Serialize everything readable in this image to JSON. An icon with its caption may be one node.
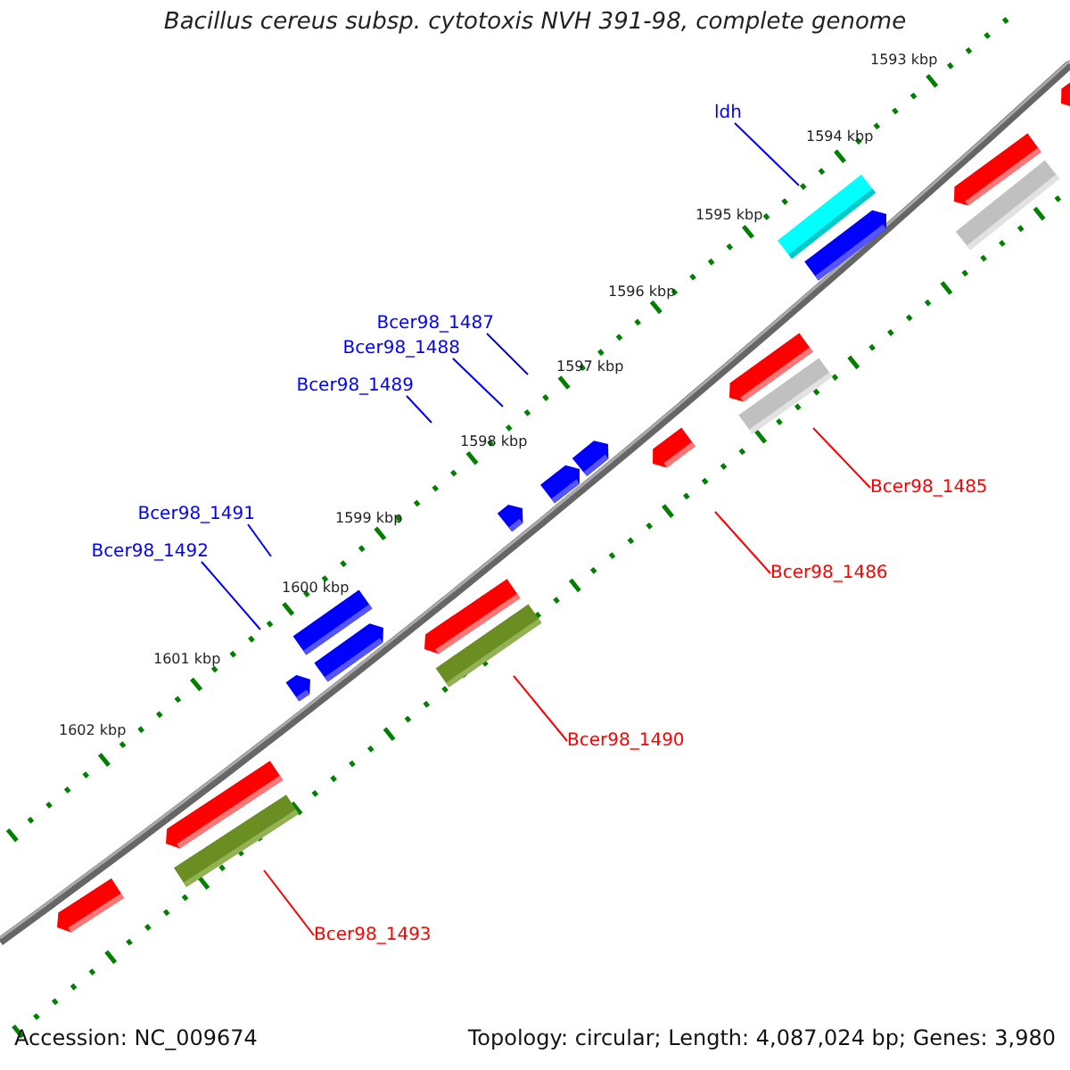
{
  "diagram": {
    "title": "Bacillus cereus subsp. cytotoxis NVH 391-98, complete genome",
    "nodes": [
      {
        "text": [
          "ldh"
        ]
      },
      {
        "text": [
          "Bcer98_1487"
        ]
      },
      {
        "text": [
          "Bcer98_1488"
        ]
      },
      {
        "text": [
          "Bcer98_1489"
        ]
      },
      {
        "text": [
          "Bcer98_1485"
        ]
      },
      {
        "text": [
          "Bcer98_1491"
        ]
      },
      {
        "text": [
          "Bcer98_1492"
        ]
      },
      {
        "text": [
          "Bcer98_1486"
        ]
      },
      {
        "text": [
          "Bcer98_1490"
        ]
      },
      {
        "text": [
          "Bcer98_1493"
        ]
      }
    ],
    "edges": [
      {
        "from": 0,
        "to": null,
        "arrow": "none"
      },
      {
        "from": 1,
        "to": null,
        "arrow": "none"
      },
      {
        "from": 2,
        "to": null,
        "arrow": "none"
      },
      {
        "from": 3,
        "to": null,
        "arrow": "none"
      },
      {
        "from": 4,
        "to": null,
        "arrow": "none",
        "color": "#ff0000"
      },
      {
        "from": 5,
        "to": null,
        "arrow": "none"
      },
      {
        "from": 6,
        "to": null,
        "arrow": "none"
      },
      {
        "from": 7,
        "to": null,
        "arrow": "none",
        "color": "#ff0000"
      },
      {
        "from": 8,
        "to": null,
        "arrow": "none",
        "color": "#ff0000"
      },
      {
        "from": 9,
        "to": null,
        "arrow": "none",
        "color": "#ff0000"
      }
    ],
    "labels": [
      "1593 kbp",
      "1594 kbp",
      "1595 kbp",
      "1596 kbp",
      "1597 kbp",
      "1598 kbp",
      "1599 kbp",
      "1600 kbp",
      "1601 kbp",
      "1602 kbp",
      "Accession: NC_009674",
      "Topology: circular; Length: 4,087,024 bp; Genes: 3,980"
    ]
  }
}
